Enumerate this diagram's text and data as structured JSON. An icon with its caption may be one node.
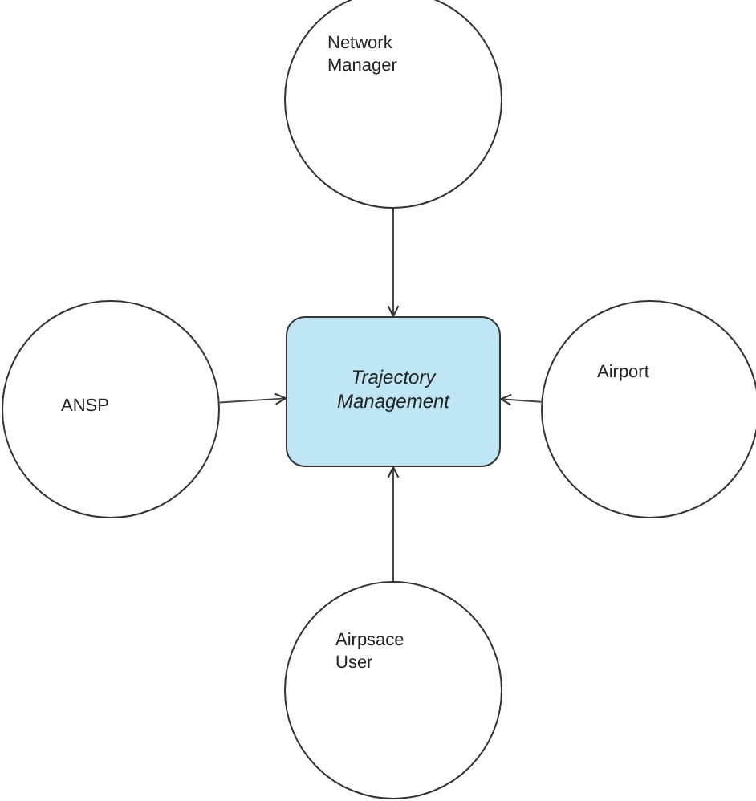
{
  "diagram": {
    "nodes": [
      {
        "text": [
          "Network Manager"
        ]
      },
      {
        "text": [
          "ANSP"
        ]
      },
      {
        "text": [
          "Trajectory Management"
        ]
      },
      {
        "text": [
          "Airport"
        ]
      },
      {
        "text": [
          "Airpsace User"
        ]
      }
    ],
    "edges": [
      {
        "from": 0,
        "to": 2,
        "arrow": "to"
      },
      {
        "from": 1,
        "to": 2,
        "arrow": "to"
      },
      {
        "from": 3,
        "to": 2,
        "arrow": "to"
      },
      {
        "from": 4,
        "to": 2,
        "arrow": "to"
      }
    ]
  }
}
